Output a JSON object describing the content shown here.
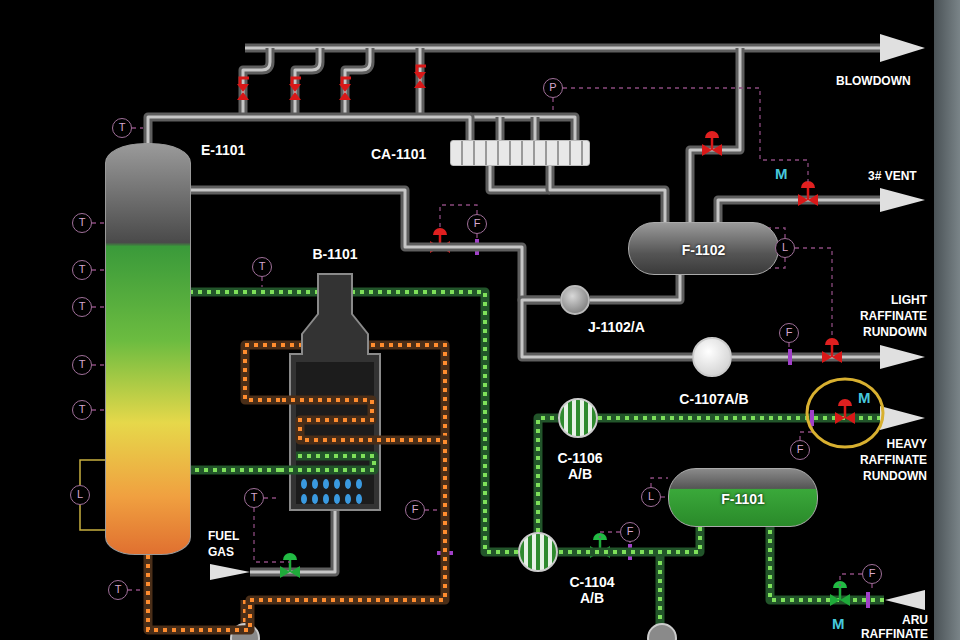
{
  "diagram": {
    "nodes": [
      {
        "text": [
          "T"
        ]
      },
      {
        "text": [
          "P"
        ]
      },
      {
        "text": [
          "E-1101"
        ]
      },
      {
        "text": [
          "CA-1101"
        ]
      },
      {
        "text": [
          "T"
        ]
      },
      {
        "text": [
          "F"
        ]
      },
      {
        "text": [
          "F-1102"
        ]
      },
      {
        "text": [
          "L"
        ]
      },
      {
        "text": [
          "B-1101"
        ]
      },
      {
        "text": [
          "T"
        ]
      },
      {
        "text": [
          "T"
        ]
      },
      {
        "text": [
          "J-1102/A"
        ]
      },
      {
        "text": [
          "T"
        ]
      },
      {
        "text": [
          "F"
        ]
      },
      {
        "text": [
          "C-1107A/B"
        ]
      },
      {
        "text": [
          "T"
        ]
      },
      {
        "text": [
          "T"
        ]
      },
      {
        "text": [
          "C-1106 A/B"
        ]
      },
      {
        "text": [
          "F"
        ]
      },
      {
        "text": [
          "F-1101"
        ]
      },
      {
        "text": [
          "L"
        ]
      },
      {
        "text": [
          "L"
        ]
      },
      {
        "text": [
          "T"
        ]
      },
      {
        "text": [
          "F"
        ]
      },
      {
        "text": [
          "F"
        ]
      },
      {
        "text": [
          "C-1104 A/B"
        ]
      },
      {
        "text": [
          "F"
        ]
      },
      {
        "text": [
          "T"
        ]
      }
    ],
    "edges": [
      {
        "from": 2,
        "to": 3,
        "arrow": "none"
      },
      {
        "from": 3,
        "to": 6,
        "arrow": "none"
      },
      {
        "from": 6,
        "to": 11,
        "arrow": "none"
      },
      {
        "from": 11,
        "to": 2,
        "arrow": "none"
      },
      {
        "from": 11,
        "to": 14,
        "arrow": "none"
      },
      {
        "from": 8,
        "to": 2,
        "arrow": "none"
      },
      {
        "from": 2,
        "to": 8,
        "arrow": "none"
      },
      {
        "from": 25,
        "to": 2,
        "arrow": "none"
      },
      {
        "from": 19,
        "to": 25,
        "arrow": "none"
      },
      {
        "from": 25,
        "to": 17,
        "arrow": "none"
      }
    ],
    "labels": [
      "BLOWDOWN",
      "3# VENT",
      "LIGHT RAFFINATE RUNDOWN",
      "HEAVY RAFFINATE RUNDOWN",
      "FUEL GAS",
      "ARU RAFFINATE",
      "M",
      "M",
      "M"
    ]
  }
}
